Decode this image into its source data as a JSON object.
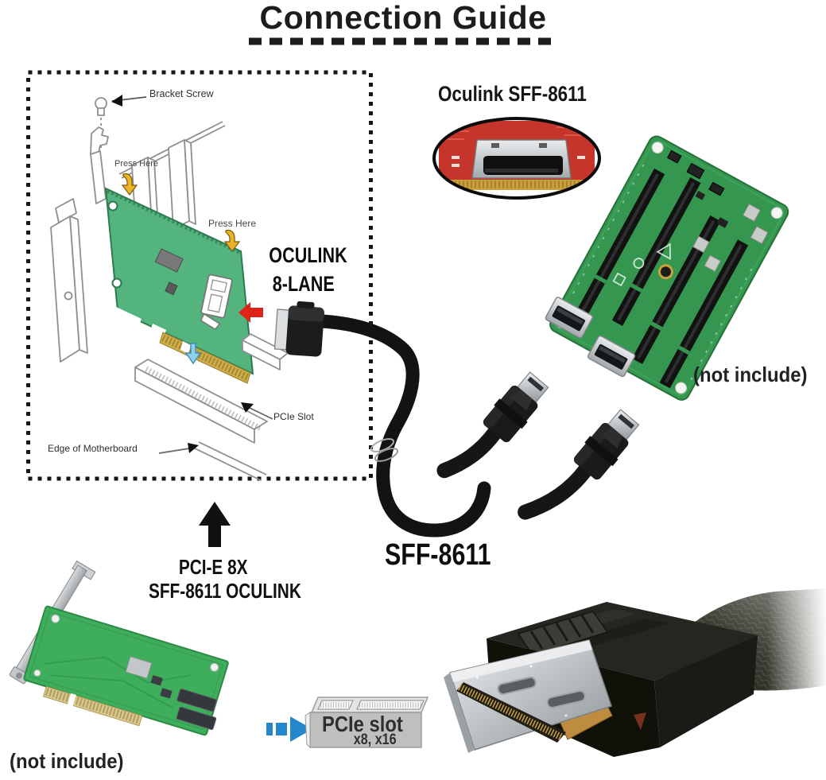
{
  "title": "Connection Guide",
  "instruction_diagram": {
    "bracket_screw": "Bracket Screw",
    "press_here_top": "Press Here",
    "press_here_right": "Press Here",
    "oculink_line1": "OCULINK",
    "oculink_line2": "8-LANE",
    "pcie_slot": "PCIe Slot",
    "edge_of_motherboard": "Edge of Motherboard"
  },
  "callout": {
    "label": "Oculink SFF-8611"
  },
  "pcie_board": {
    "availability": "(not include)"
  },
  "cable": {
    "label": "SFF-8611"
  },
  "adapter_card": {
    "label_line1": "PCI-E 8X",
    "label_line2": "SFF-8611 OCULINK",
    "availability": "(not include)"
  },
  "pcie_slot_graphic": {
    "line1": "PCIe slot",
    "line2": "x8, x16"
  },
  "colors": {
    "diagram_card_green": "#54b47e",
    "board_green": "#35964f",
    "adapter_green": "#3fae5c",
    "callout_pcb_red": "#c5352c",
    "red_arrow": "#e02318",
    "blue_arrow": "#2487cb",
    "press_arrow_yellow": "#ecb32a",
    "gold_contacts": "#cfae4a",
    "cable_black": "#131313"
  }
}
